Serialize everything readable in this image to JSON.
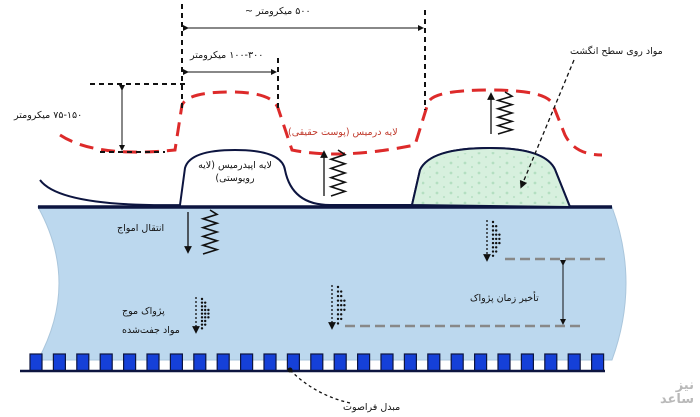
{
  "labels": {
    "dim_total": "۵۰۰ میکرومتر ~",
    "dim_ridge": "۱۰۰-۳۰۰ میکرومتر",
    "dim_height": "۷۵-۱۵۰ میکرومتر",
    "dermis": "لایه درمیس (پوست حقیقی)",
    "epidermis_line1": "لایه اپیدرمیس (لایه",
    "epidermis_line2": "رویوستی)",
    "fingerprint_material": "مواد روی سطح انگشت",
    "wave_transmission": "انتقال امواج",
    "echo_delay": "تأخیر زمان پژواک",
    "wave_echo": "پژواک موج",
    "coupling_material": "مواد جفت‌شده",
    "transducer": "مبدل فراصوت"
  },
  "logo": {
    "line1": "نیز",
    "line2": "ساعد"
  },
  "colors": {
    "dermis_line": "#dd2a2a",
    "medium_fill": "#bcd8ee",
    "transducer_fill": "#1540d8",
    "droplet_fill": "#d7f0de",
    "outline": "#0d1540"
  }
}
